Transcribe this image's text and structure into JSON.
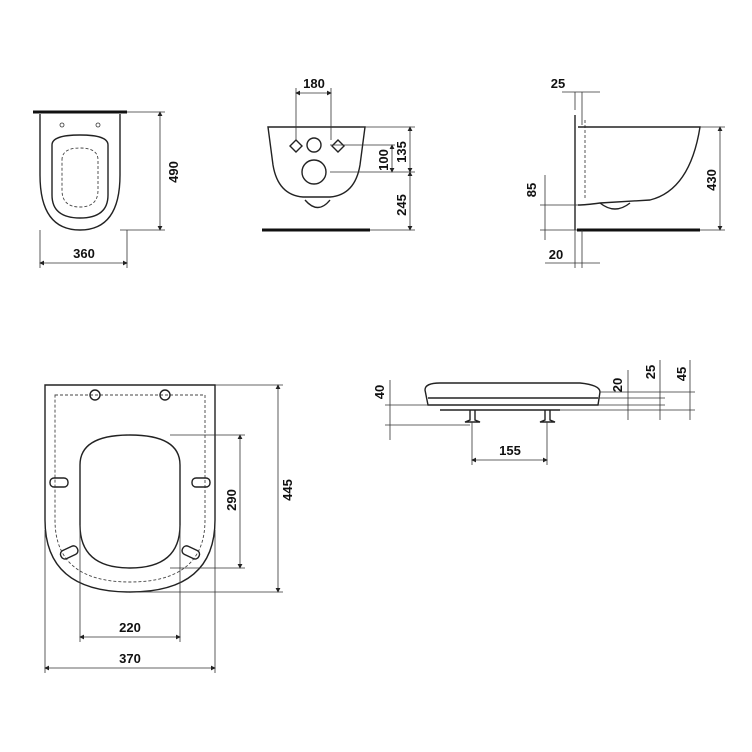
{
  "views": {
    "top_plan": {
      "width": "360",
      "depth": "490"
    },
    "front": {
      "fixing_spacing": "180",
      "outlet_height": "100",
      "inlet_height": "135",
      "floor_to_outlet": "245"
    },
    "side": {
      "top_offset": "25",
      "bottom_height": "85",
      "bottom_offset": "20",
      "height": "430"
    },
    "seat_plan": {
      "length": "445",
      "hole_length": "290",
      "hole_width": "220",
      "width": "370"
    },
    "seat_side": {
      "height": "40",
      "hinge_spacing": "155",
      "lid_thickness": "20",
      "seat_thickness": "25",
      "total_thickness": "45"
    }
  }
}
